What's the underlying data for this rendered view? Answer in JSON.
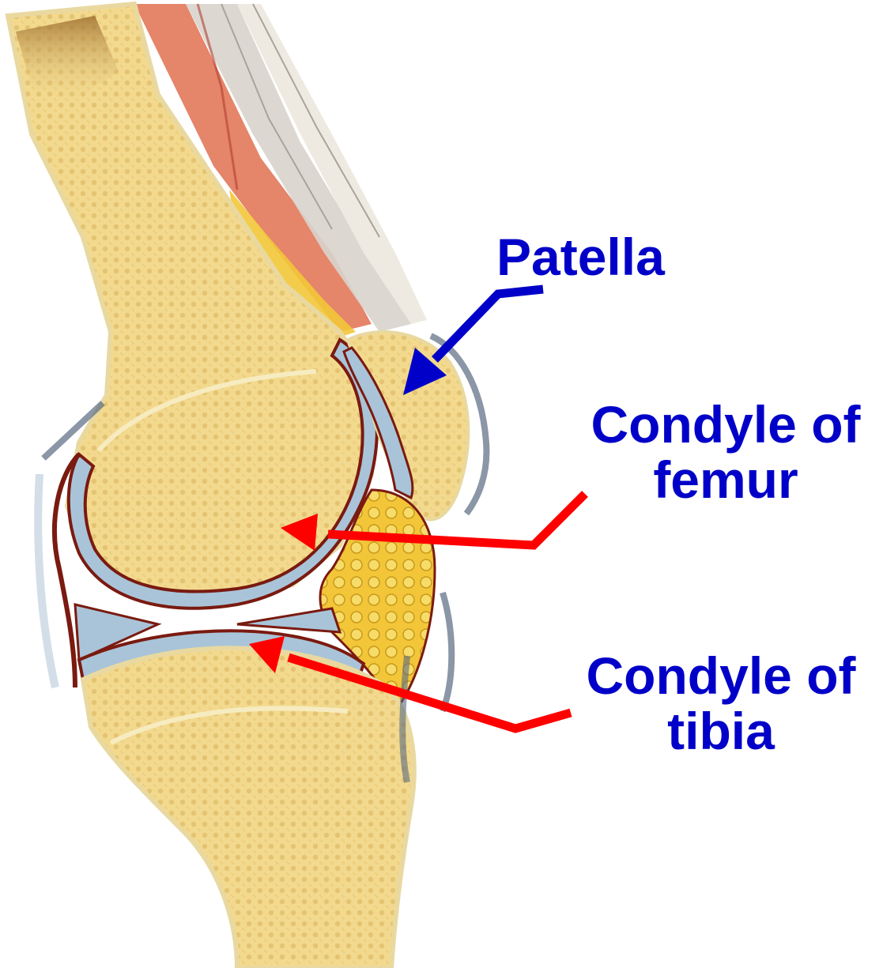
{
  "labels": {
    "patella": "Patella",
    "femur_line1": "Condyle of",
    "femur_line2": "femur",
    "tibia_line1": "Condyle of",
    "tibia_line2": "tibia"
  },
  "colors": {
    "label_text": "#0000c8",
    "patella_arrow": "#0000c8",
    "condyle_arrows": "#ff0000",
    "bone": "#f2d98e",
    "cartilage": "#a9c4d8",
    "fat_pad": "#f0c830",
    "muscle": "#e07050",
    "synovial_outline": "#7a1a10"
  }
}
